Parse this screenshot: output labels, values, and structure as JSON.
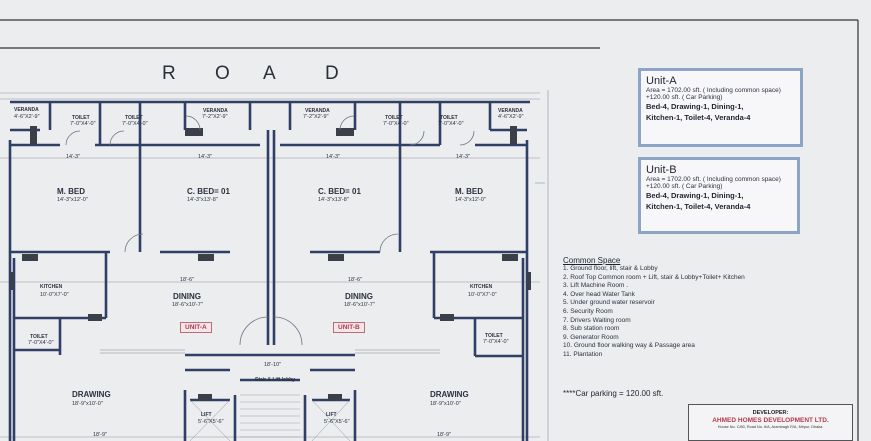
{
  "road": {
    "letters": [
      "R",
      "O",
      "A",
      "D"
    ]
  },
  "plan": {
    "left": {
      "veranda": "VERANDA",
      "veranda_dim": "4'-6\"X2'-9\"",
      "toilet1": "TOILET",
      "toilet1_dim": "7'-0\"X4'-0\"",
      "toilet2": "TOILET",
      "toilet2_dim": "7'-0\"X4'-0\"",
      "veranda2": "VERANDA",
      "veranda2_dim": "7'-2\"X2'-9\"",
      "dim_w1": "14'-3\"",
      "dim_w2": "14'-3\"",
      "mbed": "M. BED",
      "mbed_dim": "14'-3\"x12'-0\"",
      "cbed": "C. BED= 01",
      "cbed_dim": "14'-3\"x13'-8\"",
      "kitchen": "KITCHEN",
      "kitchen_dim": "10'-0\"X7'-0\"",
      "dining": "DINING",
      "dining_dim": "18'-6\"x10'-7\"",
      "dining_w": "18'-6\"",
      "unit_tag": "UNIT-A",
      "toilet3": "TOILET",
      "toilet3_dim": "7'-0\"X4'-0\"",
      "drawing": "DRAWING",
      "drawing_dim": "18'-9\"x10'-0\"",
      "lift": "LIFT",
      "lift_dim": "5'-6\"X5'-6\"",
      "bottom_dim": "18'-9\""
    },
    "right": {
      "veranda": "VERANDA",
      "veranda_dim": "7'-2\"X2'-9\"",
      "toilet1": "TOILET",
      "toilet1_dim": "7'-0\"X4'-0\"",
      "toilet2": "TOILET",
      "toilet2_dim": "7'-0\"X4'-0\"",
      "veranda2": "VERANDA",
      "veranda2_dim": "4'-6\"X2'-9\"",
      "dim_w1": "14'-3\"",
      "dim_w2": "14'-3\"",
      "cbed": "C. BED= 01",
      "cbed_dim": "14'-3\"x13'-8\"",
      "mbed": "M. BED",
      "mbed_dim": "14'-3\"x12'-0\"",
      "kitchen": "KITCHEN",
      "kitchen_dim": "10'-0\"X7'-0\"",
      "dining": "DINING",
      "dining_dim": "18'-6\"x10'-7\"",
      "dining_w": "18'-6\"",
      "unit_tag": "UNIT-B",
      "toilet3": "TOILET",
      "toilet3_dim": "7'-0\"X4'-0\"",
      "drawing": "DRAWING",
      "drawing_dim": "18'-9\"x10'-0\"",
      "lift": "LIFT",
      "lift_dim": "5'-6\"X5'-6\"",
      "bottom_dim": "18'-9\""
    },
    "center": {
      "lobby": "Stair & Lift lobby",
      "dim": "18'-10\""
    }
  },
  "unit_a": {
    "title": "Unit-A",
    "area": "Area = 1702.00 sft.  ( Including common space)",
    "parking": "+120.00 sft.  ( Car Parking)",
    "rooms_1": "Bed-4, Drawing-1, Dining-1,",
    "rooms_2": "Kitchen-1, Toilet-4, Veranda-4"
  },
  "unit_b": {
    "title": "Unit-B",
    "area": "Area = 1702.00 sft.  ( Including common space)",
    "parking": "+120.00 sft.  ( Car Parking)",
    "rooms_1": "Bed-4, Drawing-1, Dining-1,",
    "rooms_2": "Kitchen-1, Toilet-4, Veranda-4"
  },
  "common_space": {
    "heading": "Common Space",
    "items": [
      "1. Ground floor, lift, stair & Lobby",
      "2. Roof Top Common room + Lift, stair & Lobby+Toilet+ Kitchen",
      "3. Lift Machine Room .",
      "4. Over head Water Tank",
      "5. Under ground water reservoir",
      "6. Security Room",
      "7. Drivers Waiting room",
      "8. Sub station room",
      "9. Generator Room",
      "10. Ground floor walking way & Passage area",
      "11. Plantation"
    ]
  },
  "car_parking": "****Car parking = 120.00 sft.",
  "developer": {
    "label": "DEVELOPER:",
    "name": "AHMED HOMES DEVELOPMENT LTD.",
    "address": "House No. C/80, Road No. 6/A, Arambagh R/A, Mirpur, Dhaka."
  },
  "colors": {
    "wall": "#2f3f66",
    "accent": "#b23a4a",
    "box_border": "#8da4c7"
  }
}
